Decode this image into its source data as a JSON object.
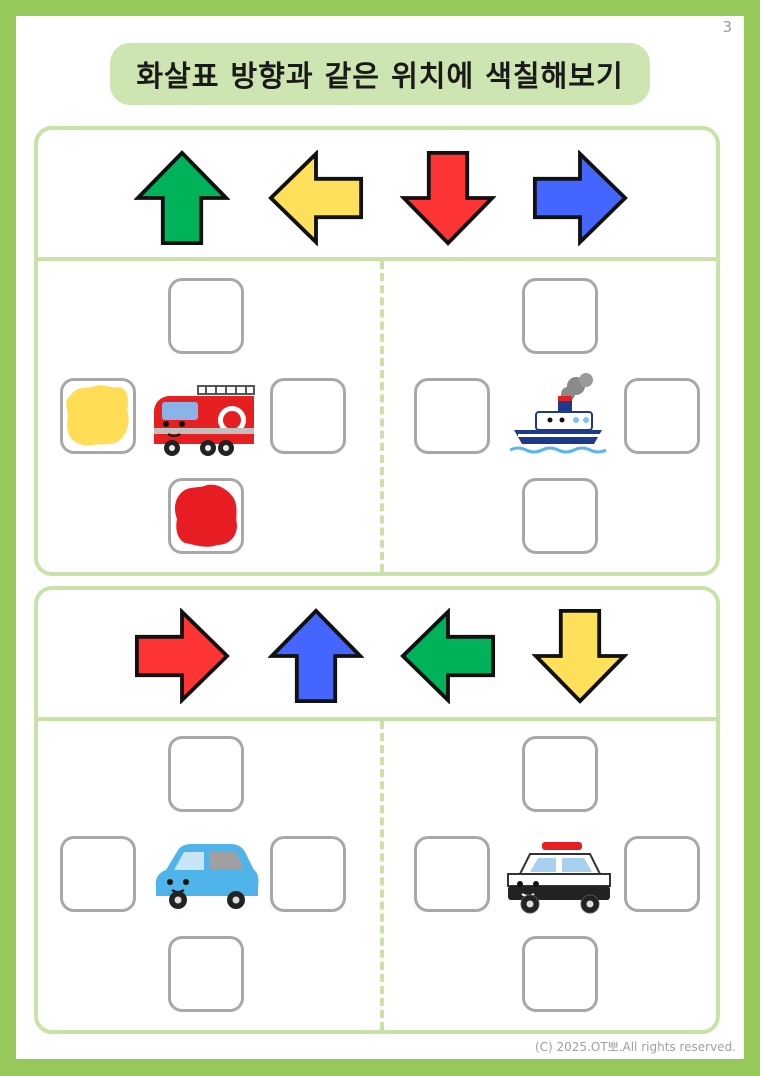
{
  "page_number": "3",
  "title": "화살표 방향과 같은 위치에 색칠해보기",
  "copyright": "(C) 2025.OT뽀.All rights reserved.",
  "colors": {
    "green": "#00b35a",
    "yellow": "#ffe05a",
    "red": "#ff3535",
    "blue": "#4466ff",
    "filled_yellow": "#ffdd55",
    "filled_red": "#e81c23"
  },
  "problems": [
    {
      "arrows": [
        {
          "direction": "up",
          "color": "green"
        },
        {
          "direction": "left",
          "color": "yellow"
        },
        {
          "direction": "down",
          "color": "red"
        },
        {
          "direction": "right",
          "color": "blue"
        }
      ],
      "puzzles": [
        {
          "vehicle": "fire-truck",
          "filled": {
            "left": "yellow",
            "bottom": "red"
          }
        },
        {
          "vehicle": "ship",
          "filled": {}
        }
      ]
    },
    {
      "arrows": [
        {
          "direction": "right",
          "color": "red"
        },
        {
          "direction": "up",
          "color": "blue"
        },
        {
          "direction": "left",
          "color": "green"
        },
        {
          "direction": "down",
          "color": "yellow"
        }
      ],
      "puzzles": [
        {
          "vehicle": "car",
          "filled": {}
        },
        {
          "vehicle": "police-car",
          "filled": {}
        }
      ]
    }
  ]
}
